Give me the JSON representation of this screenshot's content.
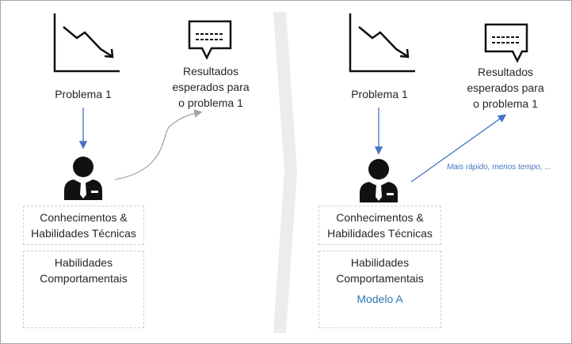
{
  "left": {
    "problem_label": "Problema 1",
    "results_label_lines": [
      "Resultados",
      "esperados para",
      "o  problema 1"
    ],
    "box_knowledge_lines": [
      "Conhecimentos &",
      "Habilidades Técnicas"
    ],
    "box_behavioral_lines": [
      "Habilidades",
      "Comportamentais"
    ]
  },
  "right": {
    "problem_label": "Problema 1",
    "results_label_lines": [
      "Resultados",
      "esperados para",
      "o  problema 1"
    ],
    "box_knowledge_lines": [
      "Conhecimentos &",
      "Habilidades Técnicas"
    ],
    "box_behavioral_lines": [
      "Habilidades",
      "Comportamentais"
    ],
    "model_label": "Modelo A",
    "arrow_annotation": "Mais rápido, menos tempo, ..."
  },
  "icons": {
    "decline": "declining-chart-icon",
    "results": "speech-bubble-icon",
    "person": "businessman-icon",
    "divider": "chevron-divider"
  },
  "colors": {
    "arrow_blue": "#4472c4",
    "curve_gray": "#a6a6a6",
    "model_blue": "#2e75b6",
    "divider_gray": "#ececec",
    "dashed_border": "#d0d0d0"
  }
}
